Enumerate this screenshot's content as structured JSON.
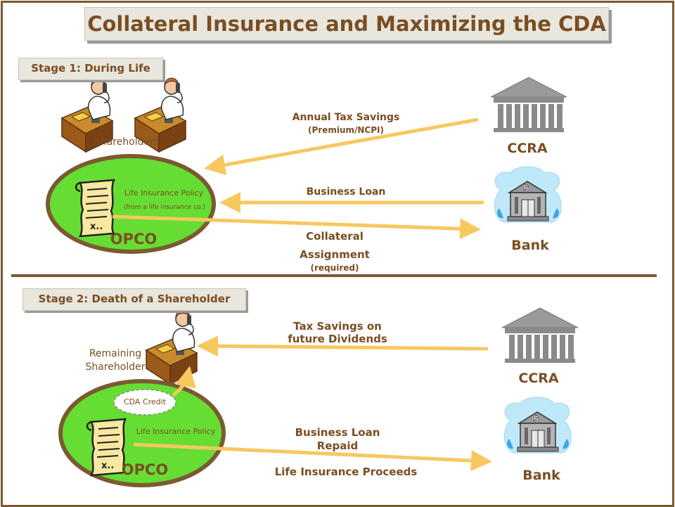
{
  "title": "Collateral Insurance and Maximizing the CDA",
  "stage1": {
    "heading": "Stage 1: During Life",
    "shareholders_label": "Shareholders",
    "policy_label": "Life Insurance Policy",
    "policy_sub": "(from a life insurance co.)",
    "opco": "OPCO",
    "ccra": "CCRA",
    "bank": "Bank",
    "arrow_tax_1": "Annual Tax Savings",
    "arrow_tax_2": "(Premium/NCPI)",
    "arrow_loan": "Business  Loan",
    "arrow_collateral_1": "Collateral",
    "arrow_collateral_2": "Assignment",
    "arrow_collateral_3": "(required)"
  },
  "stage2": {
    "heading": "Stage 2: Death of a Shareholder",
    "remaining_1": "Remaining",
    "remaining_2": "Shareholder",
    "cda_credit": "CDA Credit",
    "policy_label": "Life Insurance  Policy",
    "opco": "OPCO",
    "ccra": "CCRA",
    "bank": "Bank",
    "arrow_tax_1": "Tax Savings on",
    "arrow_tax_2": "future  Dividends",
    "arrow_loan_1": "Business Loan",
    "arrow_loan_2": "Repaid",
    "arrow_proceeds": "Life Insurance Proceeds"
  },
  "colors": {
    "brown": "#7a4e22",
    "green": "#66dd33",
    "arrow": "#f7c860",
    "frame": "#7a5a30"
  }
}
